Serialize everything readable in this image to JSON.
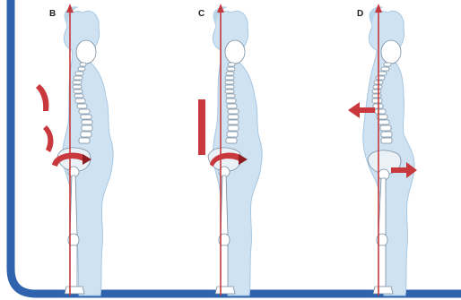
{
  "panels": [
    {
      "label": "B"
    },
    {
      "label": "C"
    },
    {
      "label": "D"
    }
  ],
  "colors": {
    "frame_blue": "#2f63ad",
    "body_fill": "#cfe2f1",
    "body_edge": "#a7c8e3",
    "bone": "#ffffff",
    "bone_edge": "#7a8fa3",
    "plumb_line": "#c33a3e",
    "arrow_red": "#c8383c",
    "arrow_dark": "#8f1e22"
  },
  "icons": {
    "B": [
      "plumb-line-arrow",
      "thoracic-curve-arc",
      "lumbar-curve-arc",
      "pelvis-rotation-arrow"
    ],
    "C": [
      "plumb-line-arrow",
      "flat-back-bar",
      "pelvis-rotation-arrow"
    ],
    "D": [
      "plumb-line-arrow",
      "trunk-backward-arrow",
      "pelvis-forward-arrow"
    ]
  }
}
